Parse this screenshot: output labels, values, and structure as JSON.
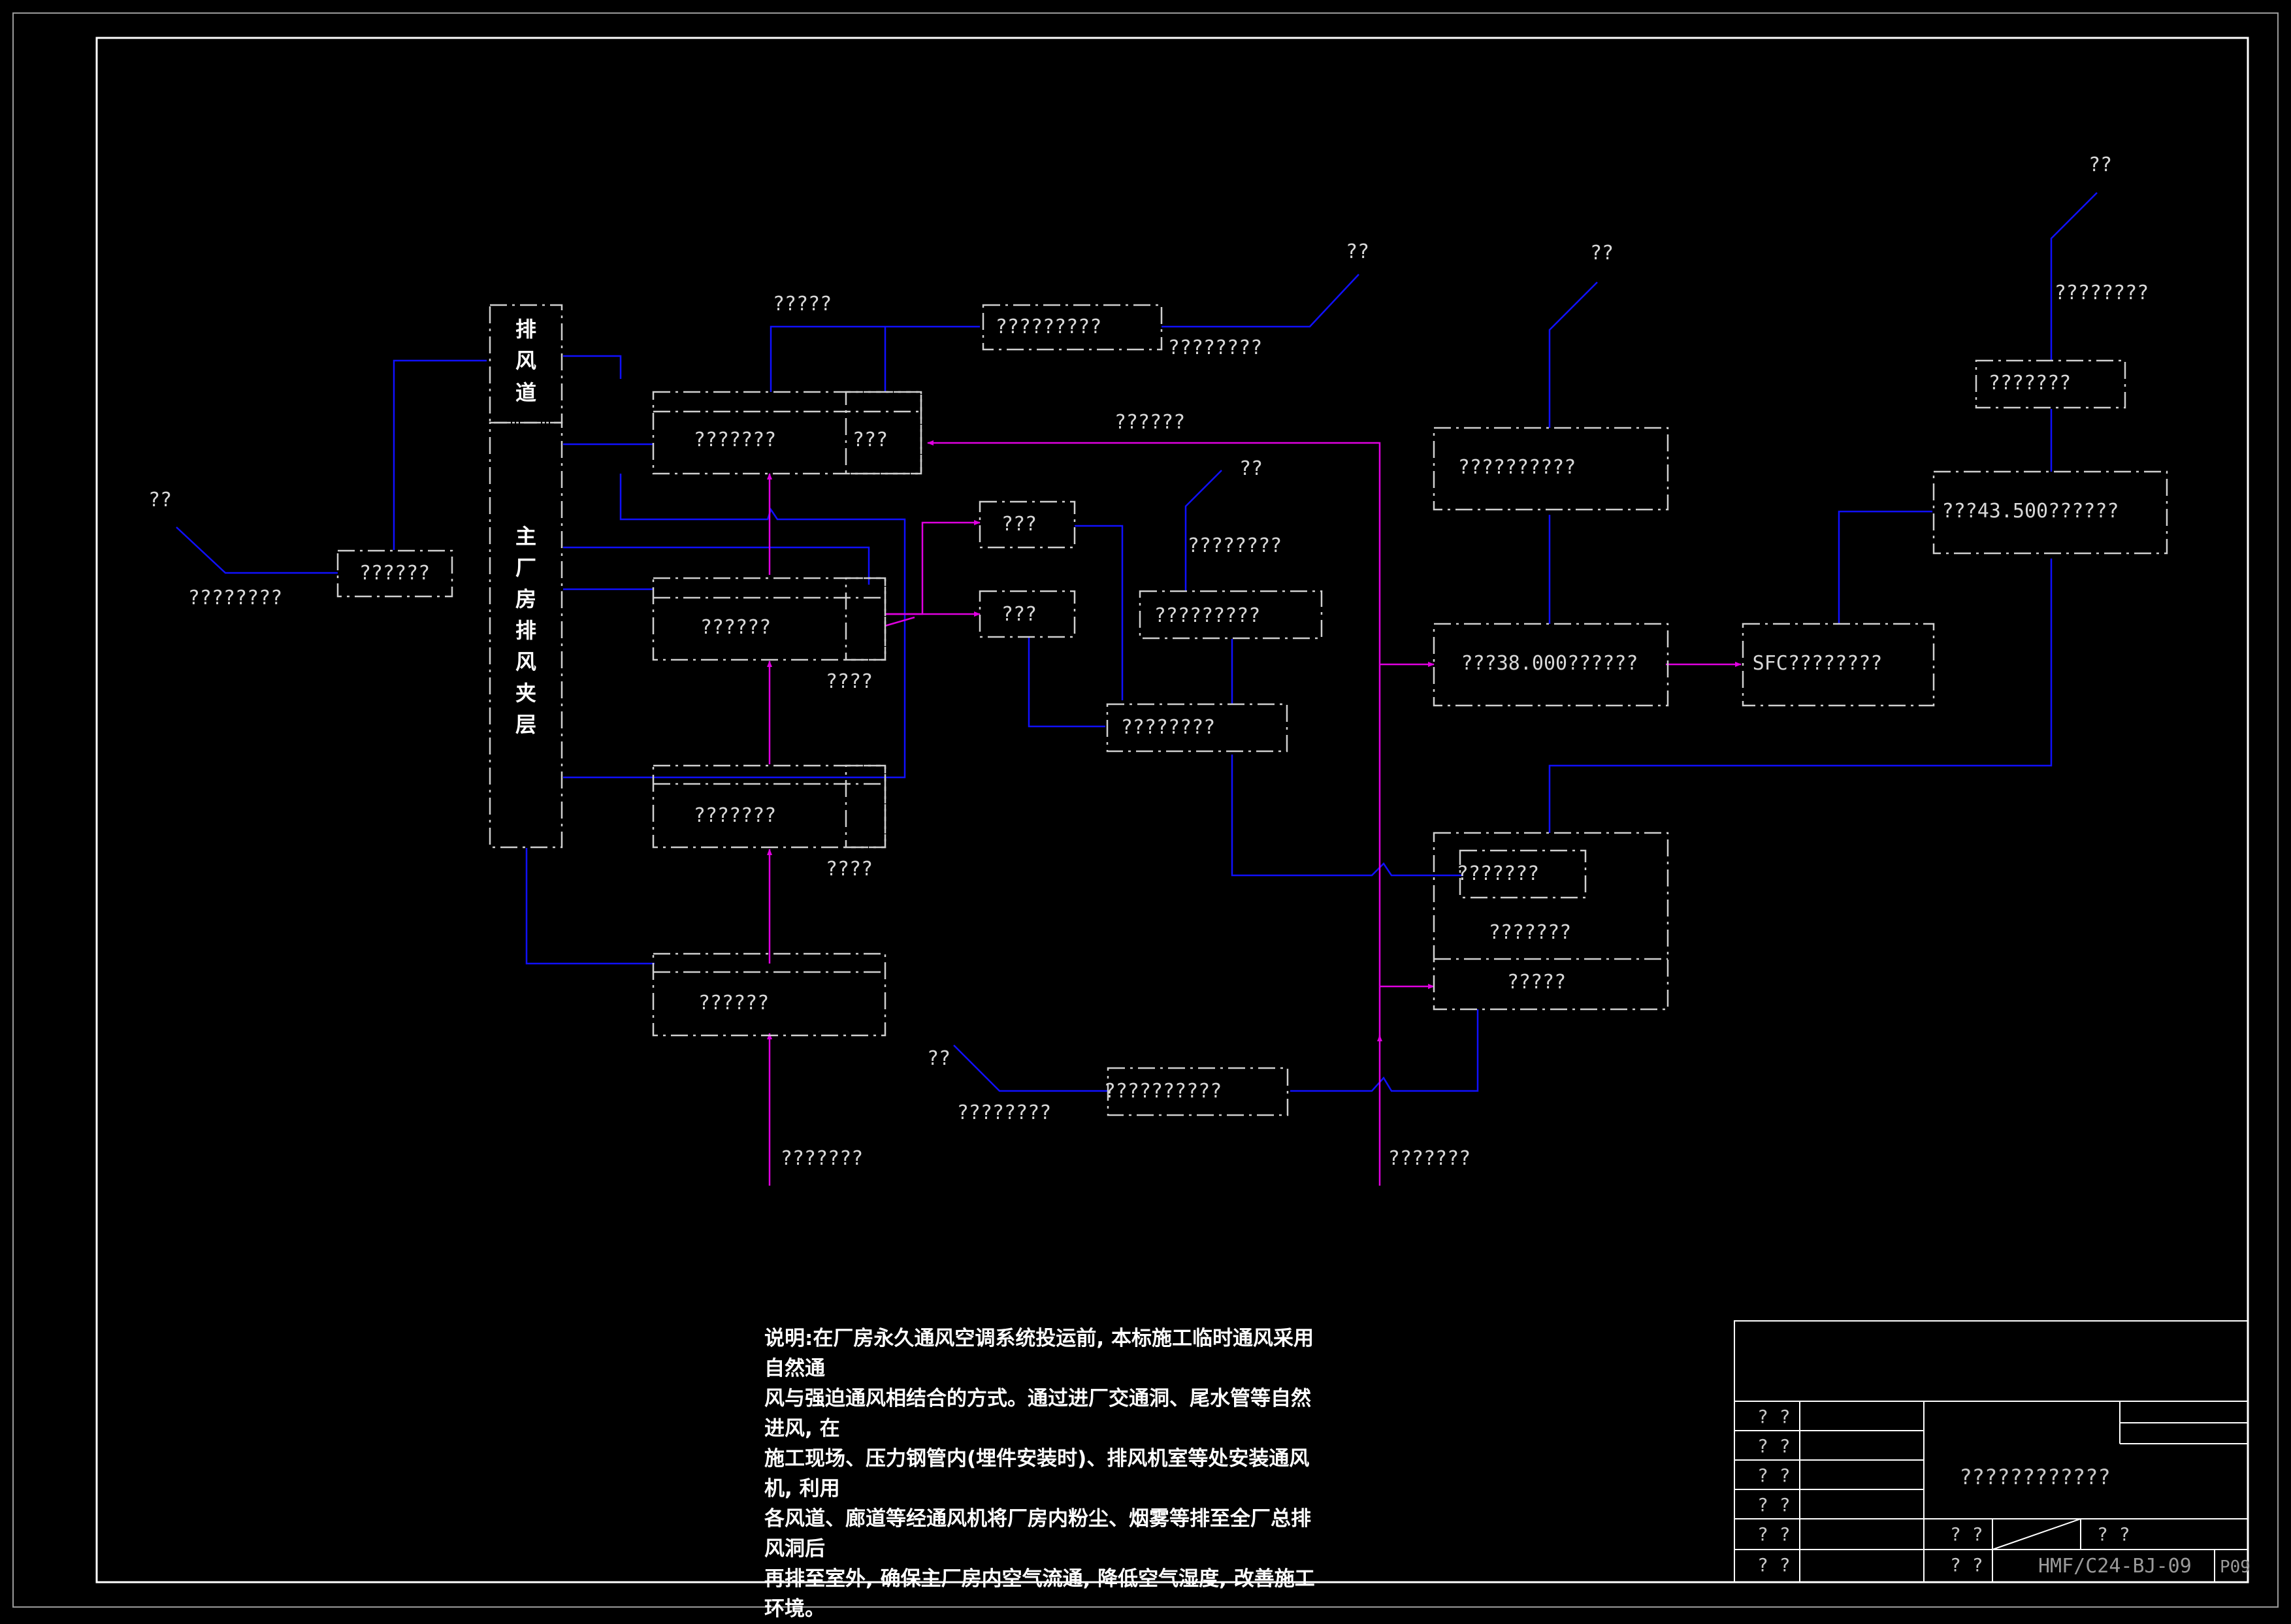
{
  "shaft": {
    "top_label": [
      "排",
      "风",
      "道"
    ],
    "main_label": [
      "主",
      "厂",
      "房",
      "排",
      "风",
      "夹",
      "层"
    ]
  },
  "outlets": {
    "left": "??",
    "exhaust_upper": "??",
    "mid_cluster": "??",
    "right_top": "??",
    "rightmost": "??",
    "lower": "??"
  },
  "boxes": {
    "left_fan": "??????",
    "floor_upper": "???????",
    "small_top": "???",
    "floor_mid": "??????",
    "floor_low": "???????",
    "bottom_entry": "??????",
    "room_a": "???",
    "room_b": "???",
    "mixing": "????????",
    "exhaust_box": "?????????",
    "top_fan": "?????????",
    "upper_room": "??????????",
    "floor_38": "???38.000??????",
    "sfc": "SFC????????",
    "floor_43": "???43.500??????",
    "roof_fan": "???????",
    "inner_small": "???????",
    "corridor_bottom": "?????",
    "lower_fan": "??????????"
  },
  "labels": {
    "left_outlet": "????????",
    "top_duct": "?????",
    "top_right": "????????",
    "pink_duct": "??????",
    "gap_1": "????",
    "gap_2": "????",
    "cluster": "????????",
    "rightmost_stack": "????????",
    "lower_right_room": "???????",
    "lower_outlet": "????????",
    "bottom_left_inlet": "???????",
    "bottom_right_inlet": "???????"
  },
  "note": {
    "lines": [
      "说明:在厂房永久通风空调系统投运前, 本标施工临时通风采用自然通",
      "风与强迫通风相结合的方式。通过进厂交通洞、尾水管等自然进风, 在",
      "施工现场、压力钢管内(埋件安装时)、排风机室等处安装通风机, 利用",
      "各风道、廊道等经通风机将厂房内粉尘、烟雾等排至全厂总排风洞后",
      "再排至室外, 确保主厂房内空气流通, 降低空气湿度, 改善施工环境。"
    ]
  },
  "title_block": {
    "row_labels": [
      "? ?",
      "? ?",
      "? ?",
      "? ?",
      "? ?",
      "? ?"
    ],
    "drawing_title": "????????????",
    "scale_label": "? ?",
    "sheet_label": "? ?",
    "date_label": "? ?",
    "drawing_no": "HMF/C24-BJ-09",
    "page": "P09"
  },
  "colors": {
    "exhaust_line": "#1010ff",
    "supply_line": "#e000e0",
    "box_line": "#d0d0d0"
  }
}
